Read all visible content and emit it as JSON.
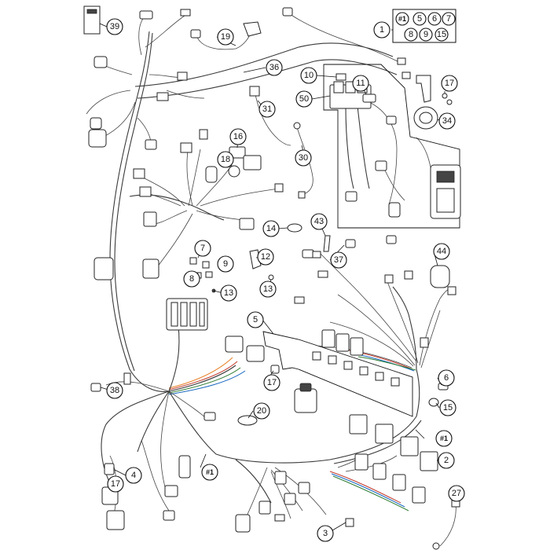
{
  "callouts": [
    {
      "id": "c1",
      "label": "1"
    },
    {
      "id": "c2",
      "label": "2"
    },
    {
      "id": "c3",
      "label": "3"
    },
    {
      "id": "c4",
      "label": "4"
    },
    {
      "id": "c5",
      "label": "5"
    },
    {
      "id": "c6",
      "label": "6"
    },
    {
      "id": "c7",
      "label": "7"
    },
    {
      "id": "c8",
      "label": "8"
    },
    {
      "id": "c9",
      "label": "9"
    },
    {
      "id": "c10",
      "label": "10"
    },
    {
      "id": "c11",
      "label": "11"
    },
    {
      "id": "c12",
      "label": "12"
    },
    {
      "id": "c13a",
      "label": "13"
    },
    {
      "id": "c13b",
      "label": "13"
    },
    {
      "id": "c14",
      "label": "14"
    },
    {
      "id": "c15a",
      "label": "15"
    },
    {
      "id": "c16",
      "label": "16"
    },
    {
      "id": "c17a",
      "label": "17"
    },
    {
      "id": "c17b",
      "label": "17"
    },
    {
      "id": "c17c",
      "label": "17"
    },
    {
      "id": "c18",
      "label": "18"
    },
    {
      "id": "c19",
      "label": "19"
    },
    {
      "id": "c20",
      "label": "20"
    },
    {
      "id": "c27",
      "label": "27"
    },
    {
      "id": "c30",
      "label": "30"
    },
    {
      "id": "c31",
      "label": "31"
    },
    {
      "id": "c34",
      "label": "34"
    },
    {
      "id": "c36",
      "label": "36"
    },
    {
      "id": "c37",
      "label": "37"
    },
    {
      "id": "c38",
      "label": "38"
    },
    {
      "id": "c39",
      "label": "39"
    },
    {
      "id": "c43",
      "label": "43"
    },
    {
      "id": "c44",
      "label": "44"
    },
    {
      "id": "c50",
      "label": "50"
    },
    {
      "id": "c6b",
      "label": "6"
    },
    {
      "id": "c1a",
      "label": "#1"
    },
    {
      "id": "c1b",
      "label": "#1"
    }
  ],
  "kit": {
    "labels": [
      "#1",
      "5",
      "6",
      "7",
      "8",
      "9",
      "15"
    ]
  }
}
